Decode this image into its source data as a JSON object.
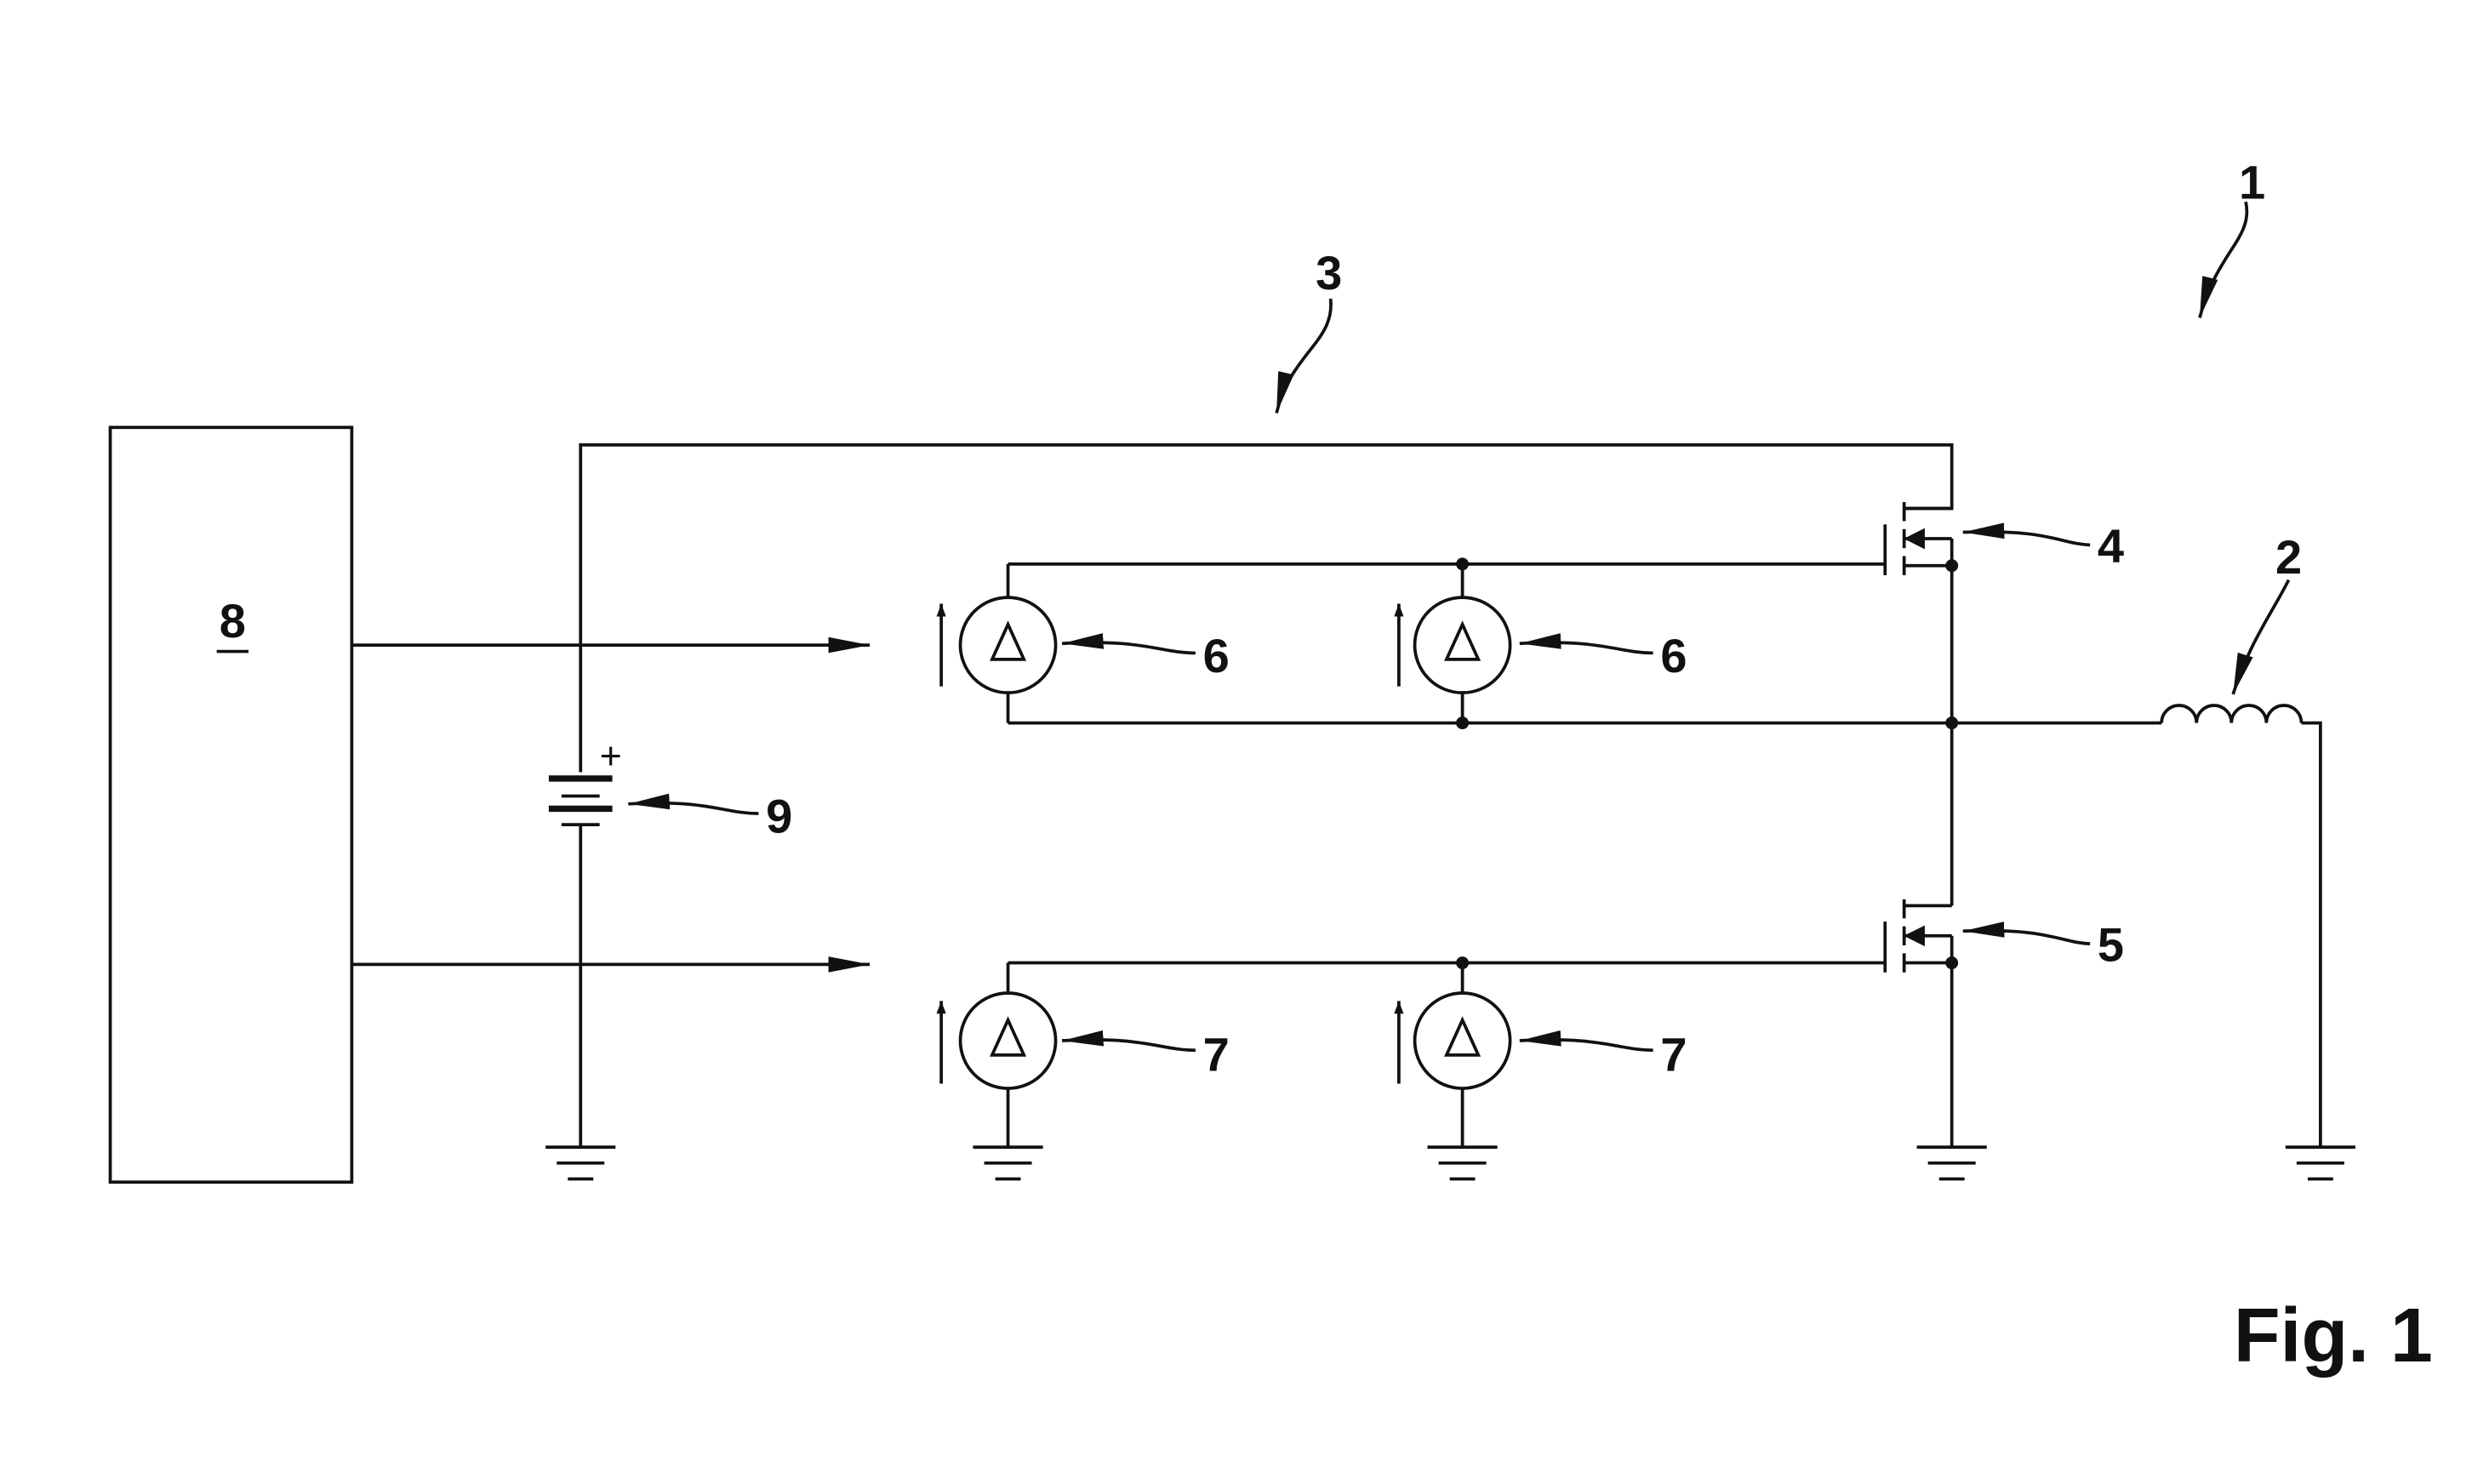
{
  "figure": {
    "caption": "Fig. 1",
    "stroke_color": "#111111",
    "background_color": "#ffffff"
  },
  "labels": {
    "system": "1",
    "inductor": "2",
    "bridge": "3",
    "upper_switch": "4",
    "lower_switch": "5",
    "upper_source_1": "6",
    "upper_source_2": "6",
    "lower_source_1": "7",
    "lower_source_2": "7",
    "control_unit": "8",
    "battery": "9",
    "battery_polarity": "+"
  },
  "components": {
    "current_source_glyph": "triangle-icon"
  }
}
